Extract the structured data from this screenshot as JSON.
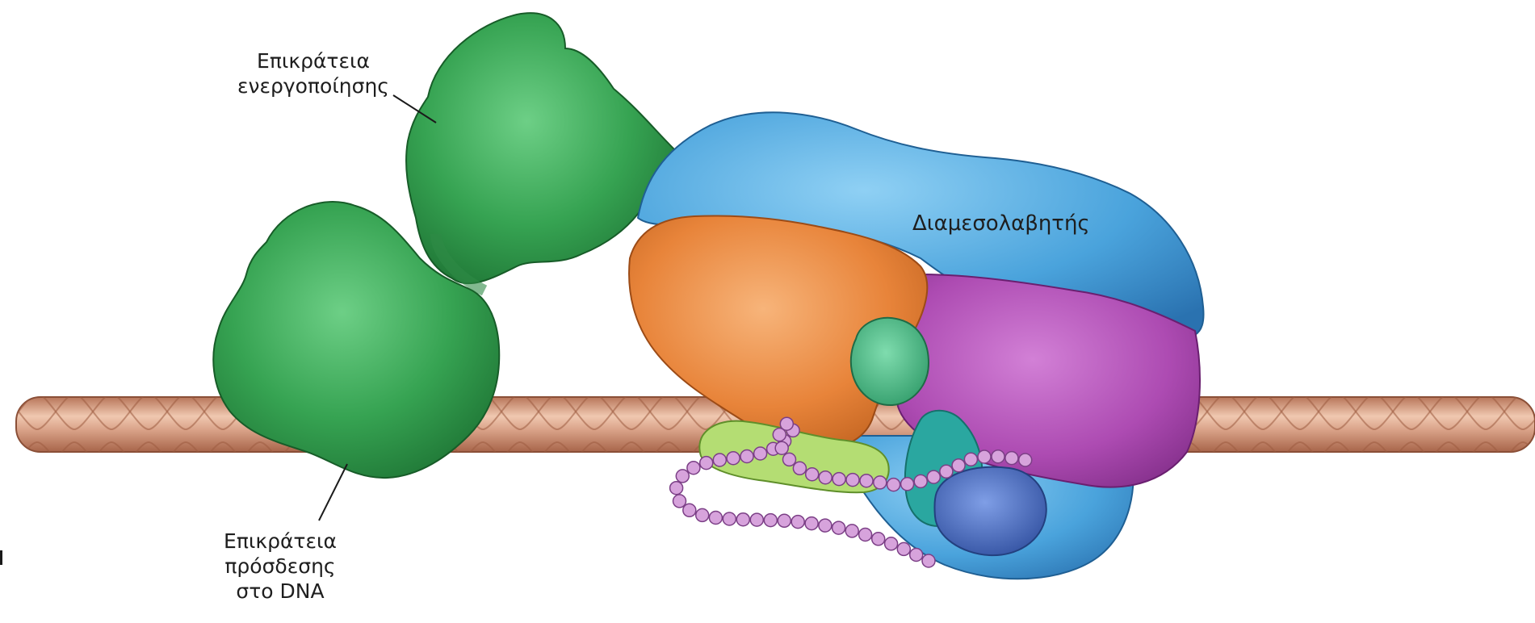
{
  "labels": {
    "activation_domain": {
      "line1": "Επικράτεια",
      "line2": "ενεργοποίησης"
    },
    "dna_binding_domain": {
      "line1": "Επικράτεια",
      "line2": "πρόσδεσης",
      "line3": "στο DNA"
    },
    "mediator": "Διαμεσολαβητής"
  },
  "colors": {
    "activator_green": "#2f9a48",
    "activator_dark": "#1b6b2e",
    "dna": "#d7a58a",
    "mediator_blue": "#4a9fd8",
    "orange": "#e8893e",
    "magenta": "#b04bb4",
    "teal_green": "#3fae78",
    "lime": "#a8d86a",
    "cyan": "#2aa7a0",
    "navy_blue": "#3f62b8",
    "lilac_beads": "#d7a3dc"
  }
}
